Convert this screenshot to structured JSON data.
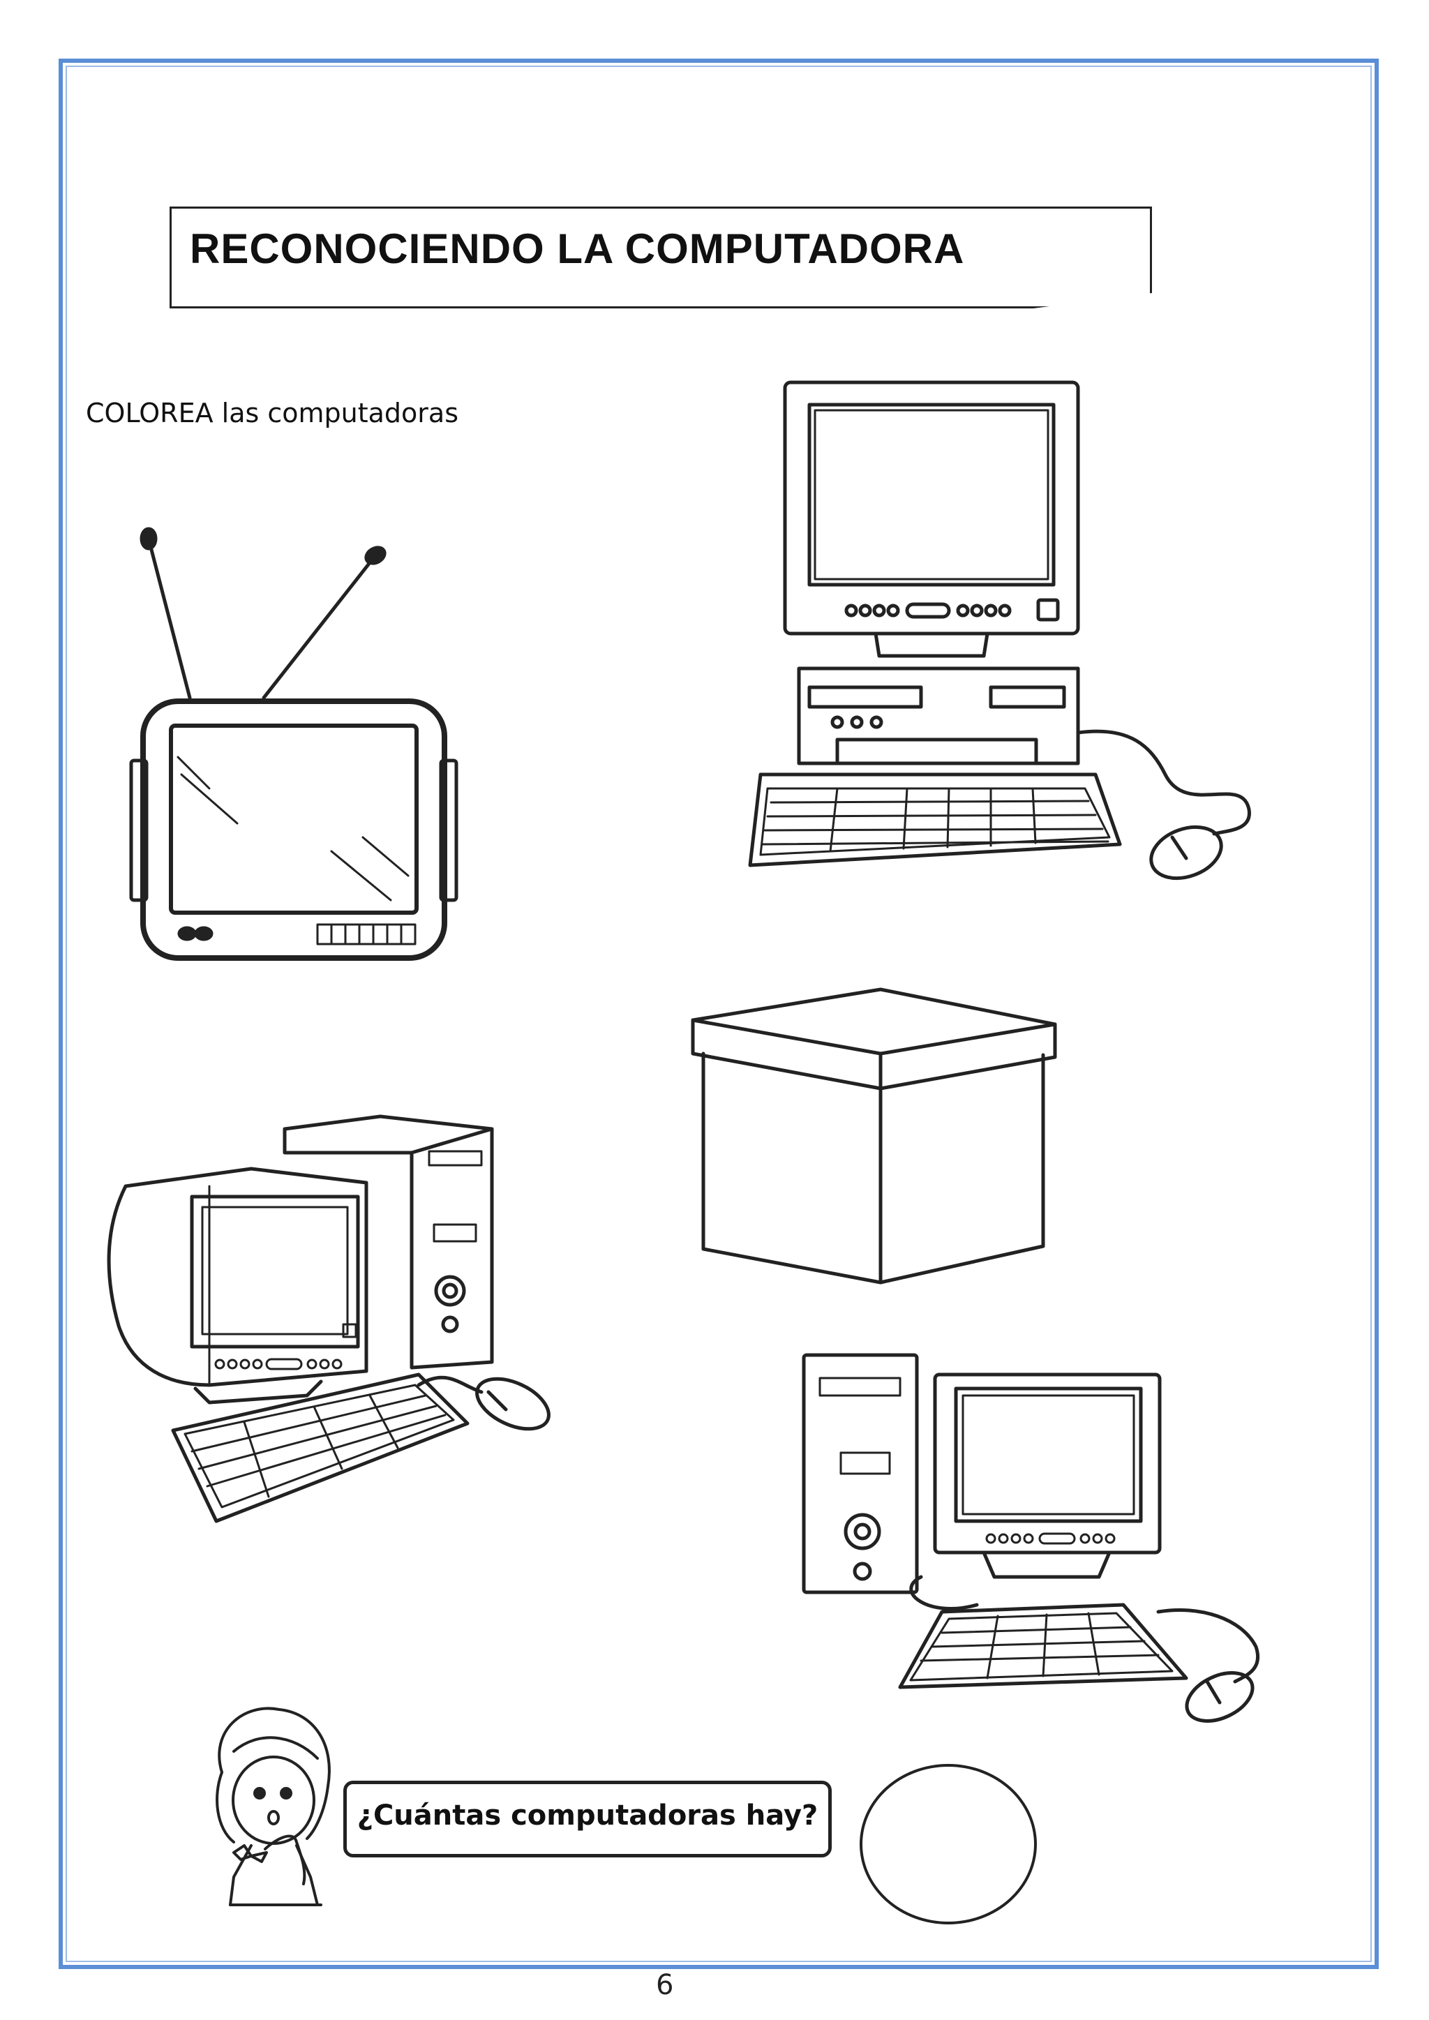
{
  "worksheet": {
    "title": "RECONOCIENDO LA COMPUTADORA",
    "instruction": "COLOREA las computadoras",
    "question": "¿Cuántas computadoras hay?",
    "page_number": "6"
  },
  "images": [
    {
      "name": "monitor-keyboard-mouse-desktop",
      "kind": "computer"
    },
    {
      "name": "television",
      "kind": "tv"
    },
    {
      "name": "box",
      "kind": "box"
    },
    {
      "name": "tower-crt-computer",
      "kind": "computer"
    },
    {
      "name": "tower-flat-computer",
      "kind": "computer"
    },
    {
      "name": "thinking-girl",
      "kind": "character"
    }
  ],
  "colors": {
    "frame": "#5a8ed6",
    "ink": "#222222"
  }
}
